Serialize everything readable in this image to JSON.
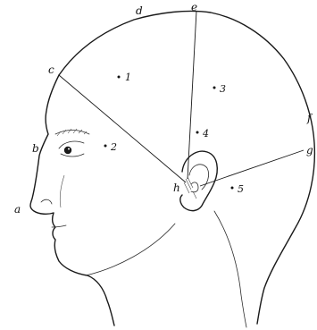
{
  "figure": {
    "point_labels": {
      "a": "a",
      "b": "b",
      "c": "c",
      "d": "d",
      "e": "e",
      "f": "f",
      "g": "g",
      "h": "h"
    },
    "region_numbers": {
      "r1": "1",
      "r2": "2",
      "r3": "3",
      "r4": "4",
      "r5": "5"
    }
  }
}
